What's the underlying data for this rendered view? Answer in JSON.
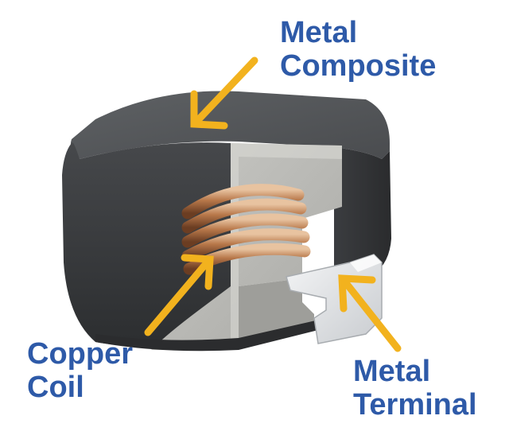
{
  "labels": {
    "metal_composite": {
      "line1": "Metal",
      "line2": "Composite"
    },
    "copper_coil": {
      "line1": "Copper",
      "line2": "Coil"
    },
    "metal_terminal": {
      "line1": "Metal",
      "line2": "Terminal"
    }
  },
  "colors": {
    "label_text": "#2e5aa8",
    "arrow": "#f2b21e",
    "body_dark": "#3a3c3f",
    "body_top": "#55585b",
    "cavity": "#bdbdb9",
    "copper": "#b77a4e",
    "terminal": "#e6e8ea"
  },
  "icons": {
    "arrows": "arrow-icon"
  }
}
